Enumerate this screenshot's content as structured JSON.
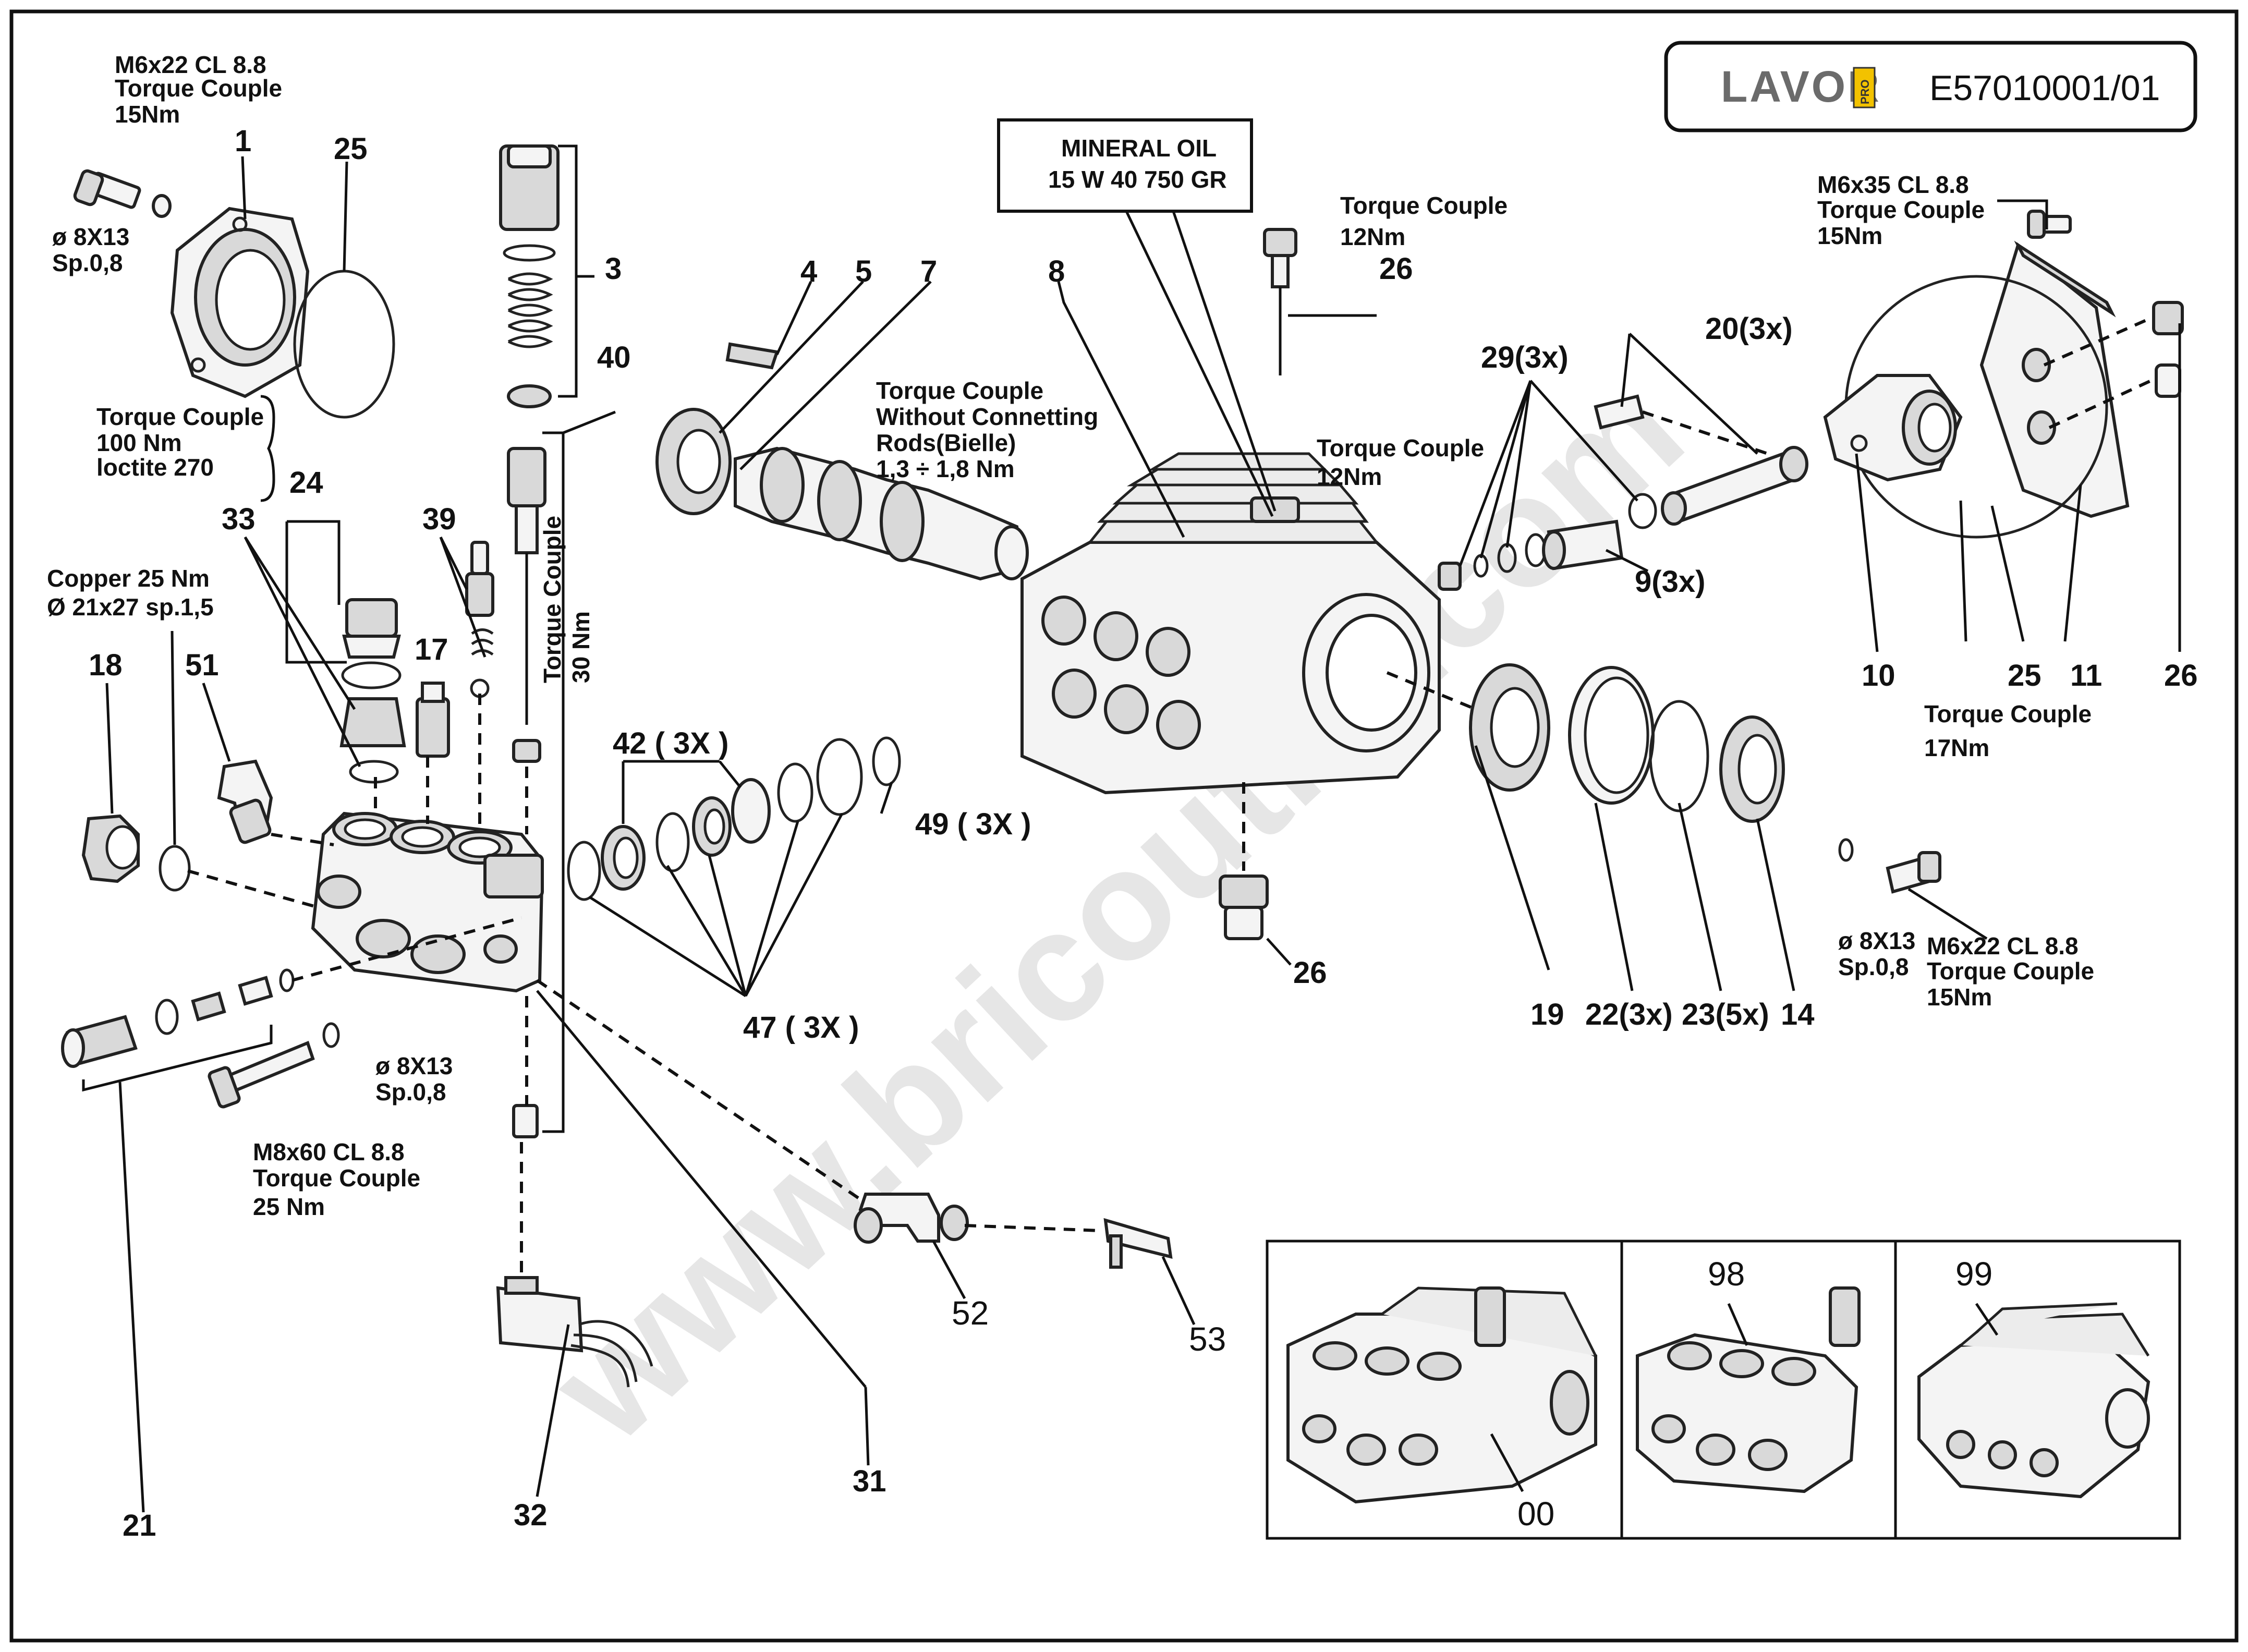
{
  "header": {
    "brand": "LAVOR",
    "brand_sub": "PRO",
    "code": "E57010001/01"
  },
  "watermark": "www.bricoutils.com",
  "notes": {
    "n1_a": "M6x22 CL 8.8",
    "n1_b": "Torque Couple",
    "n1_c": "15Nm",
    "n2_a": "ø 8X13",
    "n2_b": "Sp.0,8",
    "n3_a": "Torque Couple",
    "n3_b": "100 Nm",
    "n3_c": "loctite 270",
    "n4_a": "Copper 25 Nm",
    "n4_b": "Ø 21x27 sp.1,5",
    "n5_a": "Torque Couple",
    "n5_b": "30 Nm",
    "n6_a": "Torque Couple",
    "n6_b": "Without Connetting",
    "n6_c": "Rods(Bielle)",
    "n6_d": "1,3 ÷ 1,8 Nm",
    "n7_a": "MINERAL OIL",
    "n7_b": "15 W 40   750 GR",
    "n8_a": "Torque Couple",
    "n8_b": "12Nm",
    "n9_a": "Torque Couple",
    "n9_b": "12Nm",
    "n10_a": "M6x35 CL 8.8",
    "n10_b": "Torque Couple",
    "n10_c": "15Nm",
    "n11_a": "Torque Couple",
    "n11_b": "17Nm",
    "n12_a": "ø 8X13",
    "n12_b": "Sp.0,8",
    "n13_a": "M6x22 CL 8.8",
    "n13_b": "Torque Couple",
    "n13_c": "15Nm",
    "n14_a": "ø 8X13",
    "n14_b": "Sp.0,8",
    "n15_a": "M8x60 CL 8.8",
    "n15_b": "Torque Couple",
    "n15_c": "25 Nm"
  },
  "parts": {
    "p1": "1",
    "p25a": "25",
    "p3": "3",
    "p4": "4",
    "p5": "5",
    "p7": "7",
    "p8": "8",
    "p26a": "26",
    "p29": "29(3x)",
    "p20": "20(3x)",
    "p40": "40",
    "p24": "24",
    "p33": "33",
    "p39": "39",
    "p17": "17",
    "p18": "18",
    "p51": "51",
    "p42": "42 ( 3X )",
    "p49": "49 ( 3X )",
    "p47": "47 ( 3X )",
    "p9": "9(3x)",
    "p10": "10",
    "p25b": "25",
    "p11": "11",
    "p26b": "26",
    "p26c": "26",
    "p19": "19",
    "p22": "22(3x)",
    "p23": "23(5x)",
    "p14": "14",
    "p21": "21",
    "p32": "32",
    "p31": "31",
    "p52": "52",
    "p53": "53",
    "p00": "00",
    "p98": "98",
    "p99": "99"
  }
}
